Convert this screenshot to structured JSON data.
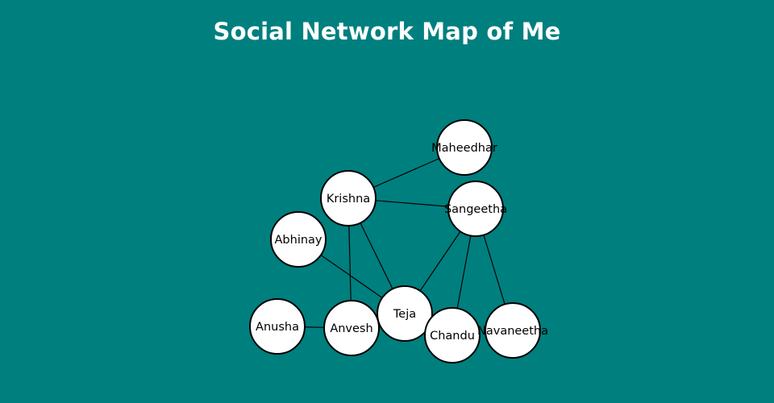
{
  "title": "Social Network Map of Me",
  "colors": {
    "background": "#007f7f",
    "node_fill": "#ffffff",
    "node_stroke": "#000000",
    "title": "#ffffff"
  },
  "nodes": [
    {
      "id": "maheedhar",
      "label": "Maheedhar"
    },
    {
      "id": "krishna",
      "label": "Krishna"
    },
    {
      "id": "sangeetha",
      "label": "Sangeetha"
    },
    {
      "id": "abhinay",
      "label": "Abhinay"
    },
    {
      "id": "teja",
      "label": "Teja"
    },
    {
      "id": "anusha",
      "label": "Anusha"
    },
    {
      "id": "anvesh",
      "label": "Anvesh"
    },
    {
      "id": "chandu",
      "label": "Chandu"
    },
    {
      "id": "navaneetha",
      "label": "Navaneetha"
    }
  ],
  "edges": [
    {
      "source": "krishna",
      "target": "maheedhar"
    },
    {
      "source": "krishna",
      "target": "sangeetha"
    },
    {
      "source": "krishna",
      "target": "anvesh"
    },
    {
      "source": "krishna",
      "target": "teja"
    },
    {
      "source": "abhinay",
      "target": "teja"
    },
    {
      "source": "sangeetha",
      "target": "teja"
    },
    {
      "source": "sangeetha",
      "target": "chandu"
    },
    {
      "source": "sangeetha",
      "target": "navaneetha"
    },
    {
      "source": "anusha",
      "target": "anvesh"
    }
  ]
}
